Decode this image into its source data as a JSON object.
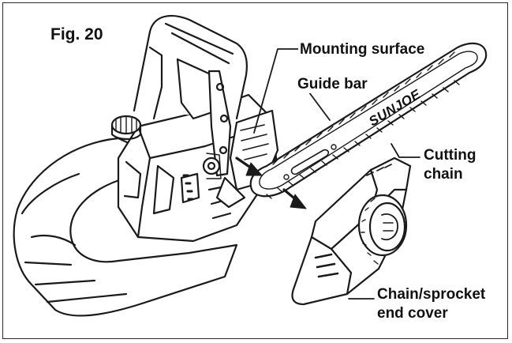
{
  "figure": {
    "label": "Fig. 20",
    "brand": "SUNJOE"
  },
  "callouts": {
    "mounting_surface": "Mounting surface",
    "guide_bar": "Guide bar",
    "cutting_chain_line1": "Cutting",
    "cutting_chain_line2": "chain",
    "cover_line1": "Chain/sprocket",
    "cover_line2": "end cover"
  }
}
